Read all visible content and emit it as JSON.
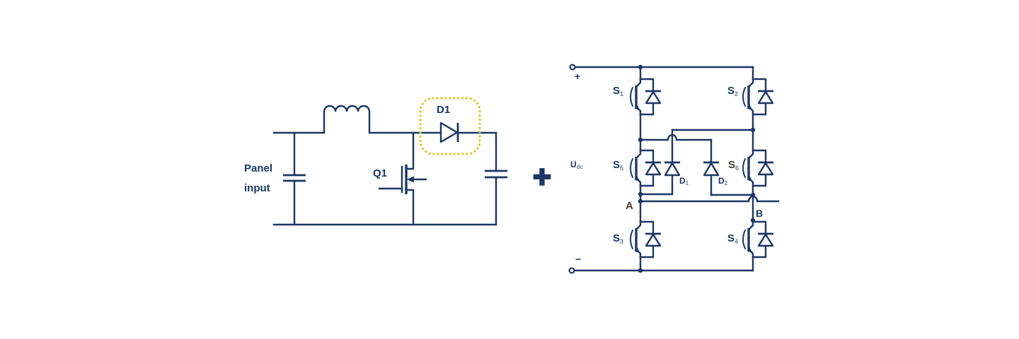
{
  "colors": {
    "navy": "#1c3766",
    "yellow": "#d5cb25",
    "brown": "#44382a",
    "sub": "#68779f",
    "bg": "#ffffff"
  },
  "boost_converter": {
    "panel_label": {
      "line1": "Panel",
      "line2": "input"
    },
    "q1_label": "Q1",
    "d1_label": "D1"
  },
  "separator": {
    "plus": "+"
  },
  "inverter": {
    "dc_positive": "+",
    "dc_negative": "−",
    "udc": {
      "main": "U",
      "sub": "dc"
    },
    "switches": {
      "s1": {
        "main": "S",
        "sub": "1"
      },
      "s2": {
        "main": "S",
        "sub": "2"
      },
      "s3": {
        "main": "S",
        "sub": "3"
      },
      "s4": {
        "main": "S",
        "sub": "4"
      },
      "s5": {
        "main": "S",
        "sub": "5"
      },
      "s6": {
        "main": "S",
        "sub": "6"
      }
    },
    "diodes": {
      "d1": {
        "main": "D",
        "sub": "1"
      },
      "d2": {
        "main": "D",
        "sub": "2"
      }
    },
    "node_a": "A",
    "node_b": "B"
  }
}
